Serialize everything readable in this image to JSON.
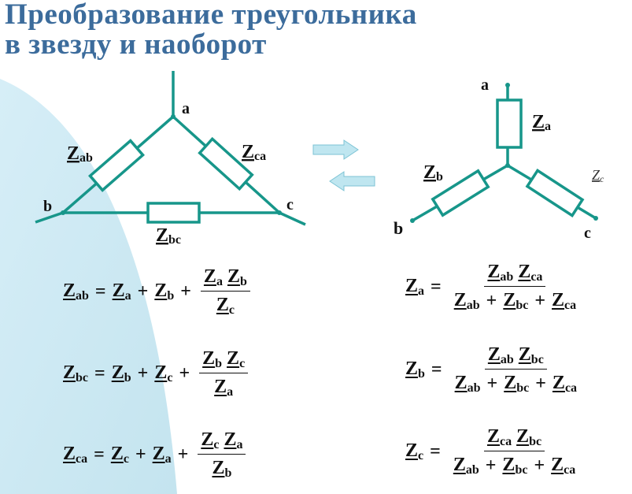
{
  "title": "Преобразование треугольника в звезду и наоборот",
  "colors": {
    "wire": "#17968a",
    "title": "#3c6c9c",
    "bg_shape": "#cfe9f3",
    "arrow": "#bfe6f0"
  },
  "delta": {
    "nodes": {
      "a": "a",
      "b": "b",
      "c": "c"
    },
    "impedances": {
      "ab": {
        "main": "Z",
        "sub": "ab"
      },
      "ca": {
        "main": "Z",
        "sub": "ca"
      },
      "bc": {
        "main": "Z",
        "sub": "bc"
      }
    }
  },
  "star": {
    "nodes": {
      "a": "a",
      "b": "b",
      "c": "c"
    },
    "impedances": {
      "a": {
        "main": "Z",
        "sub": "a"
      },
      "b": {
        "main": "Z",
        "sub": "b"
      },
      "c": {
        "main": "Z",
        "sub": "c"
      }
    }
  },
  "arrows": [
    "arrow-right-icon",
    "arrow-left-icon"
  ],
  "formulas": {
    "left": [
      {
        "lhs": [
          "Z",
          "ab"
        ],
        "terms": [
          [
            "Z",
            "a"
          ],
          [
            "Z",
            "b"
          ]
        ],
        "num": [
          [
            "Z",
            "a"
          ],
          [
            "Z",
            "b"
          ]
        ],
        "den": [
          [
            "Z",
            "c"
          ]
        ]
      },
      {
        "lhs": [
          "Z",
          "bc"
        ],
        "terms": [
          [
            "Z",
            "b"
          ],
          [
            "Z",
            "c"
          ]
        ],
        "num": [
          [
            "Z",
            "b"
          ],
          [
            "Z",
            "c"
          ]
        ],
        "den": [
          [
            "Z",
            "a"
          ]
        ]
      },
      {
        "lhs": [
          "Z",
          "ca"
        ],
        "terms": [
          [
            "Z",
            "c"
          ],
          [
            "Z",
            "a"
          ]
        ],
        "num": [
          [
            "Z",
            "c"
          ],
          [
            "Z",
            "a"
          ]
        ],
        "den": [
          [
            "Z",
            "b"
          ]
        ]
      }
    ],
    "right": [
      {
        "lhs": [
          "Z",
          "a"
        ],
        "num": [
          [
            "Z",
            "ab"
          ],
          [
            "Z",
            "ca"
          ]
        ],
        "den": [
          [
            "Z",
            "ab"
          ],
          [
            "Z",
            "bc"
          ],
          [
            "Z",
            "ca"
          ]
        ]
      },
      {
        "lhs": [
          "Z",
          "b"
        ],
        "num": [
          [
            "Z",
            "ab"
          ],
          [
            "Z",
            "bc"
          ]
        ],
        "den": [
          [
            "Z",
            "ab"
          ],
          [
            "Z",
            "bc"
          ],
          [
            "Z",
            "ca"
          ]
        ]
      },
      {
        "lhs": [
          "Z",
          "c"
        ],
        "num": [
          [
            "Z",
            "ca"
          ],
          [
            "Z",
            "bc"
          ]
        ],
        "den": [
          [
            "Z",
            "ab"
          ],
          [
            "Z",
            "bc"
          ],
          [
            "Z",
            "ca"
          ]
        ]
      }
    ],
    "equals": "=",
    "plus": "+"
  }
}
